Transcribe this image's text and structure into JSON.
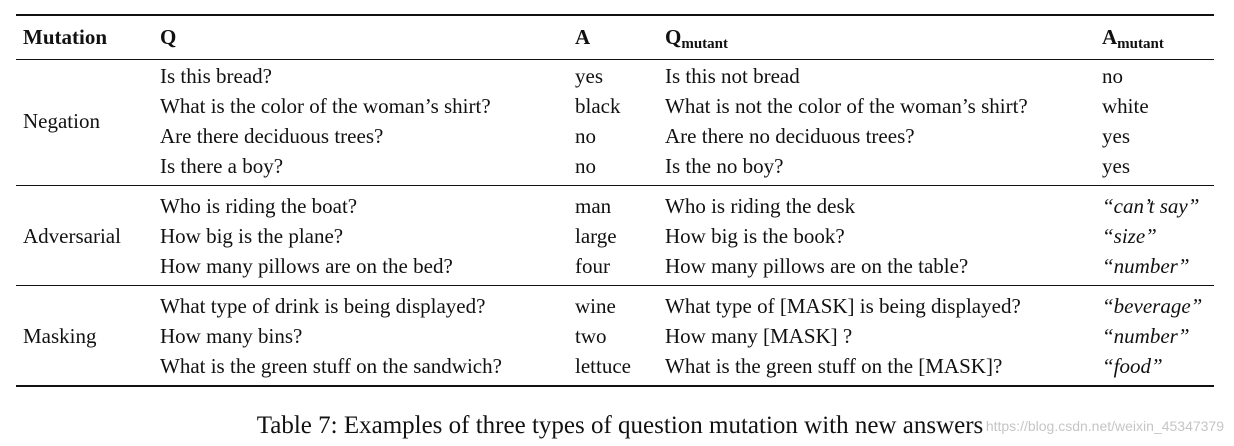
{
  "header": {
    "mutation": "Mutation",
    "q": "Q",
    "a": "A",
    "q_mutant_base": "Q",
    "q_mutant_sub": "mutant",
    "a_mutant_base": "A",
    "a_mutant_sub": "mutant"
  },
  "groups": [
    {
      "label": "Negation",
      "rows": [
        {
          "q": "Is this bread?",
          "a": "yes",
          "q_mutant": "Is this not bread",
          "a_mutant": "no",
          "italic": false
        },
        {
          "q": "What is the color of the woman’s shirt?",
          "a": "black",
          "q_mutant": "What is not the color of the woman’s shirt?",
          "a_mutant": "white",
          "italic": false
        },
        {
          "q": "Are there deciduous trees?",
          "a": "no",
          "q_mutant": "Are there no deciduous trees?",
          "a_mutant": "yes",
          "italic": false
        },
        {
          "q": "Is there a boy?",
          "a": "no",
          "q_mutant": "Is the no boy?",
          "a_mutant": "yes",
          "italic": false
        }
      ]
    },
    {
      "label": "Adversarial",
      "rows": [
        {
          "q": "Who is riding the boat?",
          "a": "man",
          "q_mutant": "Who is riding the desk",
          "a_mutant": "“can’t say”",
          "italic": true
        },
        {
          "q": "How big is the plane?",
          "a": "large",
          "q_mutant": "How big is the book?",
          "a_mutant": "“size”",
          "italic": true
        },
        {
          "q": "How many pillows are on the bed?",
          "a": "four",
          "q_mutant": "How many pillows are on the table?",
          "a_mutant": "“number”",
          "italic": true
        }
      ]
    },
    {
      "label": "Masking",
      "rows": [
        {
          "q": "What type of drink is being displayed?",
          "a": "wine",
          "q_mutant": "What type of [MASK] is being displayed?",
          "a_mutant": "“beverage”",
          "italic": true
        },
        {
          "q": "How many bins?",
          "a": "two",
          "q_mutant": "How many [MASK] ?",
          "a_mutant": "“number”",
          "italic": true
        },
        {
          "q": "What is the green stuff on the sandwich?",
          "a": "lettuce",
          "q_mutant": "What is the green stuff on the [MASK]?",
          "a_mutant": "“food”",
          "italic": true
        }
      ]
    }
  ],
  "caption": "Table 7: Examples of three types of question mutation with new answers",
  "watermark": "https://blog.csdn.net/weixin_45347379"
}
